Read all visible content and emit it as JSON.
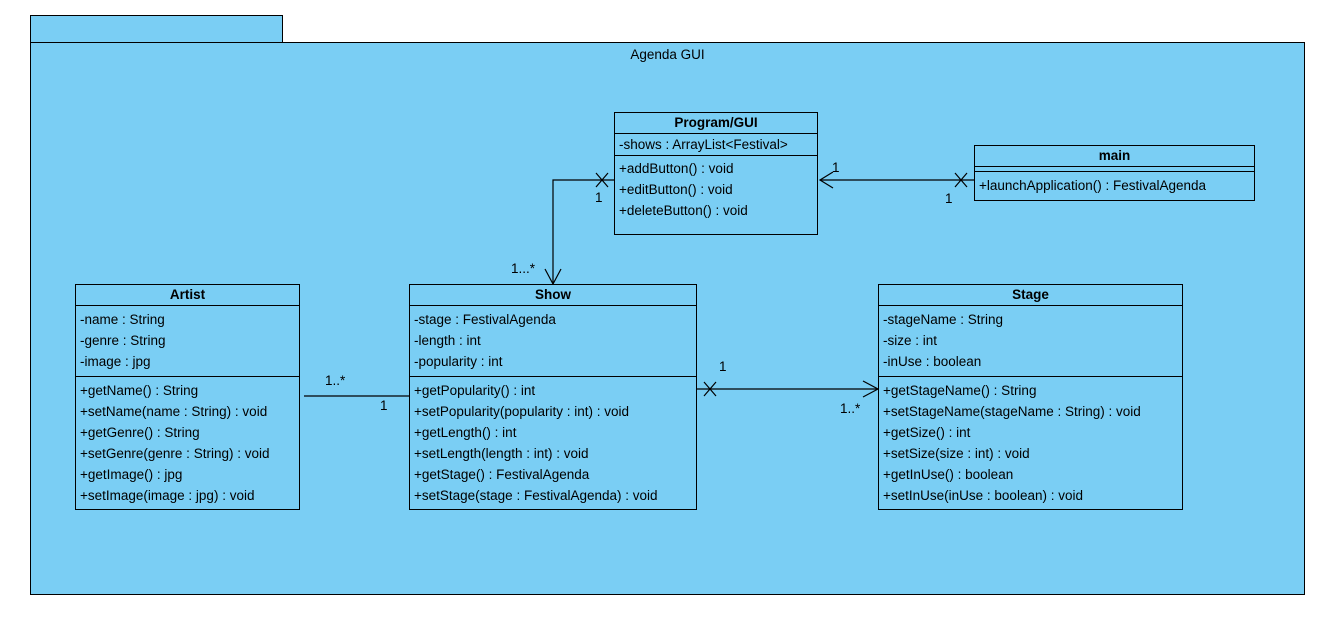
{
  "package": {
    "name": "Agenda GUI"
  },
  "classes": {
    "program": {
      "name": "Program/GUI",
      "attributes": [
        "-shows : ArrayList<Festival>"
      ],
      "operations": [
        "+addButton() : void",
        "+editButton() : void",
        "+deleteButton() : void"
      ]
    },
    "main": {
      "name": "main",
      "attributes": [],
      "operations": [
        "+launchApplication() : FestivalAgenda"
      ]
    },
    "artist": {
      "name": "Artist",
      "attributes": [
        "-name : String",
        "-genre : String",
        "-image : jpg"
      ],
      "operations": [
        "+getName() : String",
        "+setName(name : String) : void",
        "+getGenre() : String",
        "+setGenre(genre : String) : void",
        "+getImage() : jpg",
        "+setImage(image : jpg) : void"
      ]
    },
    "show": {
      "name": "Show",
      "attributes": [
        "-stage : FestivalAgenda",
        "-length : int",
        "-popularity : int"
      ],
      "operations": [
        "+getPopularity() : int",
        "+setPopularity(popularity : int) : void",
        "+getLength() : int",
        "+setLength(length : int) : void",
        "+getStage() : FestivalAgenda",
        "+setStage(stage : FestivalAgenda) : void"
      ]
    },
    "stage": {
      "name": "Stage",
      "attributes": [
        "-stageName : String",
        "-size : int",
        "-inUse : boolean"
      ],
      "operations": [
        "+getStageName() : String",
        "+setStageName(stageName : String) : void",
        "+getSize() : int",
        "+setSize(size : int) : void",
        "+getInUse() : boolean",
        "+setInUse(inUse : boolean) : void"
      ]
    }
  },
  "multiplicities": {
    "main_program_near_program": "1",
    "main_program_near_main": "1",
    "program_show_near_program": "1",
    "program_show_near_show": "1...*",
    "artist_show_near_artist": "1..*",
    "artist_show_near_show": "1",
    "show_stage_near_show": "1",
    "show_stage_near_stage": "1..*"
  },
  "colors": {
    "fill": "#7acef4",
    "line": "#000000"
  }
}
